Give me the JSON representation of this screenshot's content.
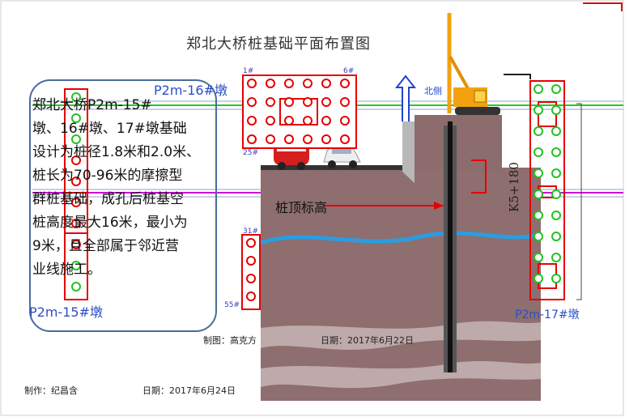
{
  "title": "郑北大桥桩基础平面布置图",
  "description_lines": [
    "郑北大桥P2m-15#",
    "墩、16#墩、17#墩基础",
    "设计为桩径1.8米和2.0米、",
    "桩长为70-96米的摩擦型",
    "群桩基础，成孔后桩基空",
    "桩高度最大16米，最小为",
    "9米，且全部属于邻近营",
    "业线施工。"
  ],
  "pier_labels": {
    "p15": "P2m-15#墩",
    "p16": "P2m-16#墩",
    "p17": "P2m-17#墩"
  },
  "pile_numbers": {
    "n1": "1#",
    "n6": "6#",
    "n25": "25#",
    "n31": "31#",
    "n55": "55#"
  },
  "north_label": "北侧",
  "pile_top_label": "桩顶标高",
  "station_label": "K5+180",
  "credits": {
    "drawn_by": "制图：高克方",
    "date_drawn": "日期：2017年6月22日",
    "made_by": "制作：纪昌含",
    "date_made": "日期：2017年6月24日"
  },
  "colors": {
    "pile_red": "#e60000",
    "pile_green": "#22c222",
    "magenta_line": "#d000d0",
    "green_line": "#22cc22",
    "soil": "#8e6e6e",
    "water": "#2a9de0",
    "crane": "#f2a20f",
    "arrow_blue": "#2244cc"
  }
}
